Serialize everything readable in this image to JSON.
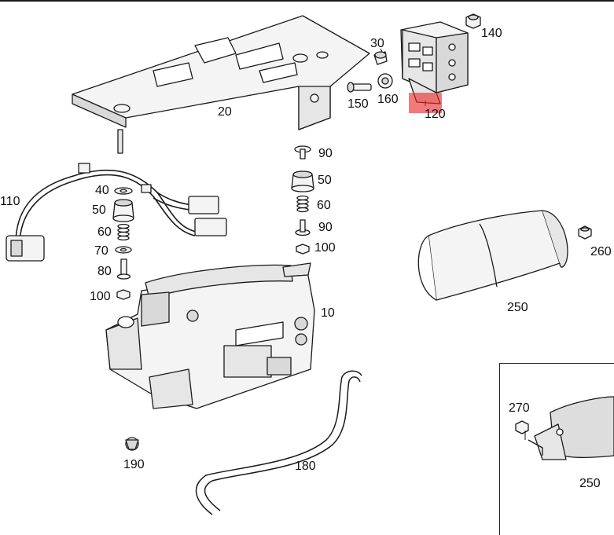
{
  "diagram": {
    "colors": {
      "line": "#1a1a1a",
      "part_fill": "#f4f4f4",
      "shade": "#d9d9d9",
      "highlight": "#eb2828"
    },
    "labels": {
      "p20": "20",
      "p30": "30",
      "p140": "140",
      "p150": "150",
      "p160": "160",
      "p120": "120",
      "p110": "110",
      "p40": "40",
      "p50_left": "50",
      "p60_left": "60",
      "p70": "70",
      "p80": "80",
      "p100_left": "100",
      "p90_top": "90",
      "p50_mid": "50",
      "p60_mid": "60",
      "p90_mid": "90",
      "p100_mid": "100",
      "p10": "10",
      "p250": "250",
      "p260": "260",
      "p270": "270",
      "p250_inset": "250",
      "p190": "190",
      "p180": "180"
    }
  }
}
